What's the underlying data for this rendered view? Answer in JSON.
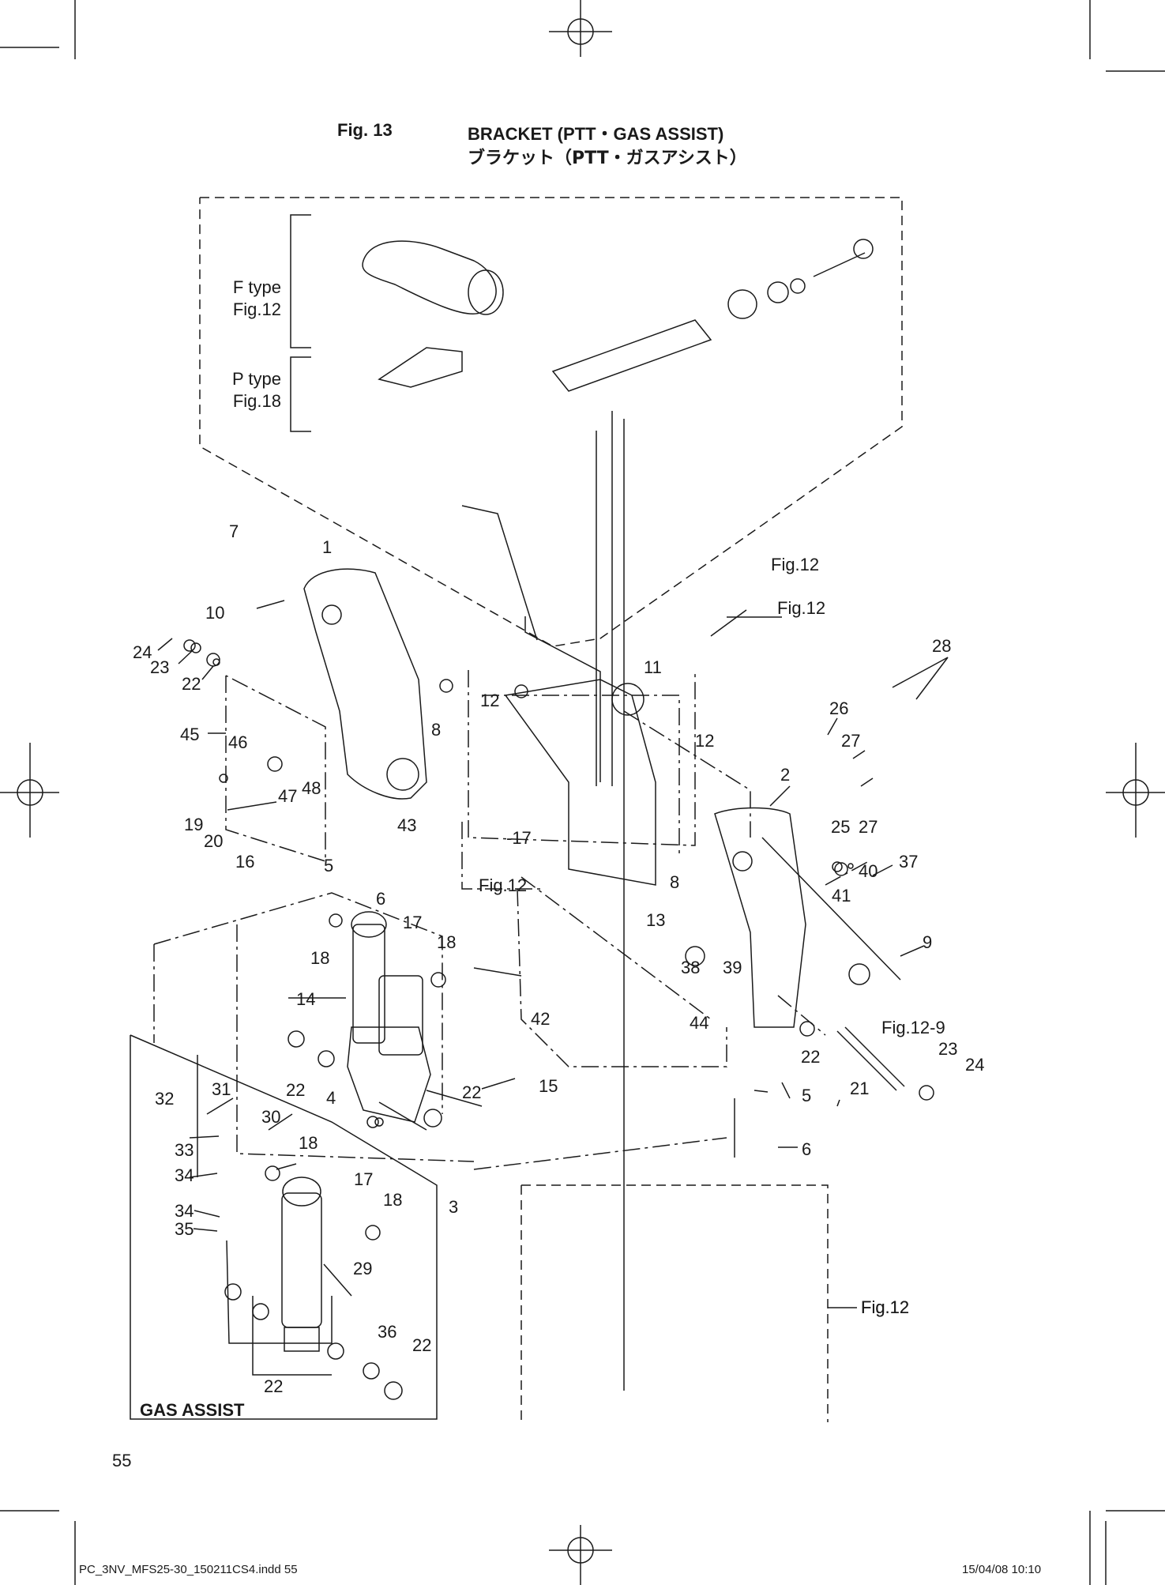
{
  "figure": {
    "number": "Fig. 13",
    "title": "BRACKET (PTT・GAS ASSIST)",
    "title_jp": "ブラケット（PTT・ガスアシスト）"
  },
  "side_labels": {
    "f_type": "F type",
    "f_type_ref": "Fig.12",
    "p_type": "P type",
    "p_type_ref": "Fig.18"
  },
  "gas_assist_label": "GAS ASSIST",
  "page_number": "55",
  "footer": {
    "file": "PC_3NV_MFS25-30_150211CS4.indd   55",
    "date": "15/04/08   10:10"
  },
  "callouts": [
    "7",
    "1",
    "10",
    "24",
    "23",
    "22",
    "45",
    "46",
    "47",
    "48",
    "19",
    "20",
    "16",
    "8",
    "12",
    "12",
    "11",
    "28",
    "26",
    "27",
    "2",
    "27",
    "25",
    "43",
    "Fig.12",
    "-17",
    "5",
    "6",
    "Fig.12",
    "8",
    "37",
    "40",
    "41",
    "13",
    "17",
    "18",
    "18",
    "14",
    "38",
    "39",
    "9",
    "42",
    "44",
    "Fig.12-9",
    "22",
    "21",
    "23",
    "24",
    "22",
    "15",
    "4",
    "22",
    "5",
    "32",
    "31",
    "30",
    "18",
    "33",
    "34",
    "17",
    "18",
    "3",
    "6",
    "34",
    "35",
    "29",
    "36",
    "22",
    "22",
    "Fig.12",
    "Fig.12",
    "Fig.12"
  ],
  "colors": {
    "ink": "#1a1a1a",
    "paper": "#ffffff"
  }
}
